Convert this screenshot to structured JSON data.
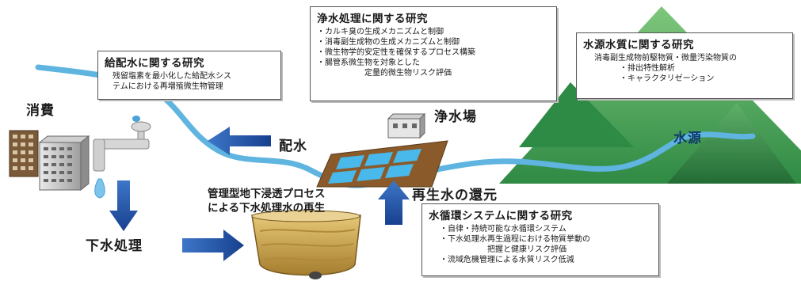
{
  "labels": {
    "consumption": "消費",
    "sewage_treatment": "下水処理",
    "distribution": "配水",
    "purification_plant": "浄水場",
    "water_source": "水源",
    "reclaimed_water_return": "再生水の還元",
    "groundwater_process_line1": "管理型地下浸透プロセス",
    "groundwater_process_line2": "による下水処理水の再生"
  },
  "boxes": {
    "distribution_research": {
      "title": "給配水に関する研究",
      "lines": [
        "残留塩素を最小化した給配水シス",
        "テムにおける再増殖微生物管理"
      ]
    },
    "purification_research": {
      "title": "浄水処理に関する研究",
      "items": [
        "・カルキ臭の生成メカニズムと制御",
        "・消毒副生成物の生成メカニズムと制御",
        "・微生物学的安定性を確保するプロセス構築",
        "・腸管系微生物を対象とした"
      ],
      "continuation": "定量的微生物リスク評価"
    },
    "source_quality_research": {
      "title": "水源水質に関する研究",
      "intro": "消毒副生成物前駆物質・微量汚染物質の",
      "items": [
        "・排出特性解析",
        "・キャラクタリゼーション"
      ]
    },
    "water_cycle_research": {
      "title": "水循環システムに関する研究",
      "items": [
        "・自律・持続可能な水循環システム",
        "・下水処理水再生過程における物質挙動の"
      ],
      "continuation": "把握と健康リスク評価",
      "last_item": "・流域危機管理による水質リスク低減"
    }
  },
  "colors": {
    "river": "#5fb4e0",
    "arrow": "#1f4fa3",
    "mountain": "#3e9a52",
    "mountain_dark": "#2a7d3d",
    "sand": "#c8a24a"
  }
}
